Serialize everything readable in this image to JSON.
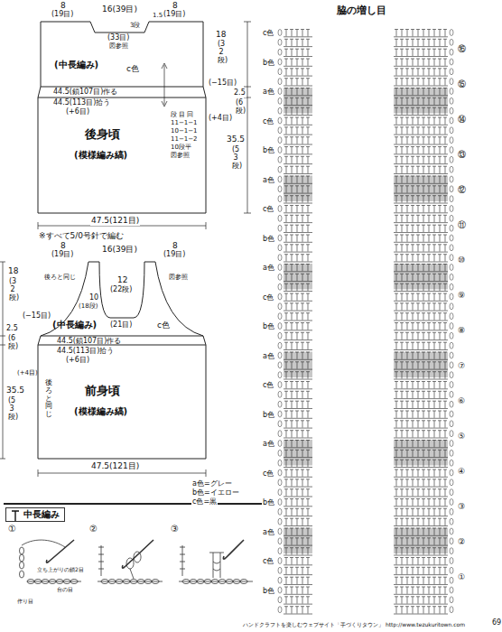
{
  "diagram": {
    "title": "脇の増し目",
    "nodes": [
      {
        "text": [
          "c色",
          "(中長編み)",
          "後身頃",
          "(模様編み縞)"
        ]
      },
      {
        "text": [
          "c色",
          "(中長編み)",
          "前身頃",
          "(模様編み縞)"
        ]
      },
      {
        "text": [
          "中長編み"
        ]
      }
    ],
    "labels": [
      "8",
      "(19目)",
      "16(39目)",
      "8",
      "(19目)",
      "1.5",
      "3段",
      "(33目)",
      "図参照",
      "18",
      "(32段)",
      "(−15目)",
      "2.5",
      "(6段)",
      "(+4目)",
      "44.5(鎖107目)作る",
      "44.5(113目)拾う",
      "(+6目)",
      "段 目 回",
      "11−1−1",
      "10−1−1",
      "11−1−2",
      "10段平",
      "図参照",
      "35.5",
      "(53段)",
      "47.5(121目)",
      "※すべて5/0号針で編む",
      "8",
      "(19目)",
      "16(39目)",
      "8",
      "(19目)",
      "後ろと同じ",
      "12",
      "(22段)",
      "図参照",
      "10",
      "(18段)",
      "(21目)",
      "18",
      "(32段)",
      "(−15目)",
      "2.5",
      "(6段)",
      "44.5(鎖107目)作る",
      "44.5(113目)拾う",
      "(+6目)",
      "(+4目)",
      "35.5",
      "(53段)",
      "後ろと同じ",
      "47.5(121目)",
      "a色=グレー",
      "b色=イエロー",
      "c色=黒",
      "①",
      "②",
      "③",
      "立ち上がりの鎖2目",
      "台の目",
      "作り目",
      "c色",
      "b色",
      "a色",
      "c色",
      "b色",
      "a色",
      "c色",
      "b色",
      "a色",
      "c色",
      "b色",
      "a色",
      "c色",
      "b色",
      "a色",
      "c色",
      "b色",
      "a色",
      "c色",
      "b色",
      "⑯",
      "⑮",
      "⑭",
      "⑬",
      "⑫",
      "⑪",
      "⑩",
      "⑨",
      "⑧",
      "⑦",
      "⑥",
      "⑤",
      "④",
      "③",
      "②",
      "①",
      "ハンドクラフトを楽しむウェブサイト「手づくりタウン」 http://www.tezukuritown.com",
      "69"
    ]
  }
}
